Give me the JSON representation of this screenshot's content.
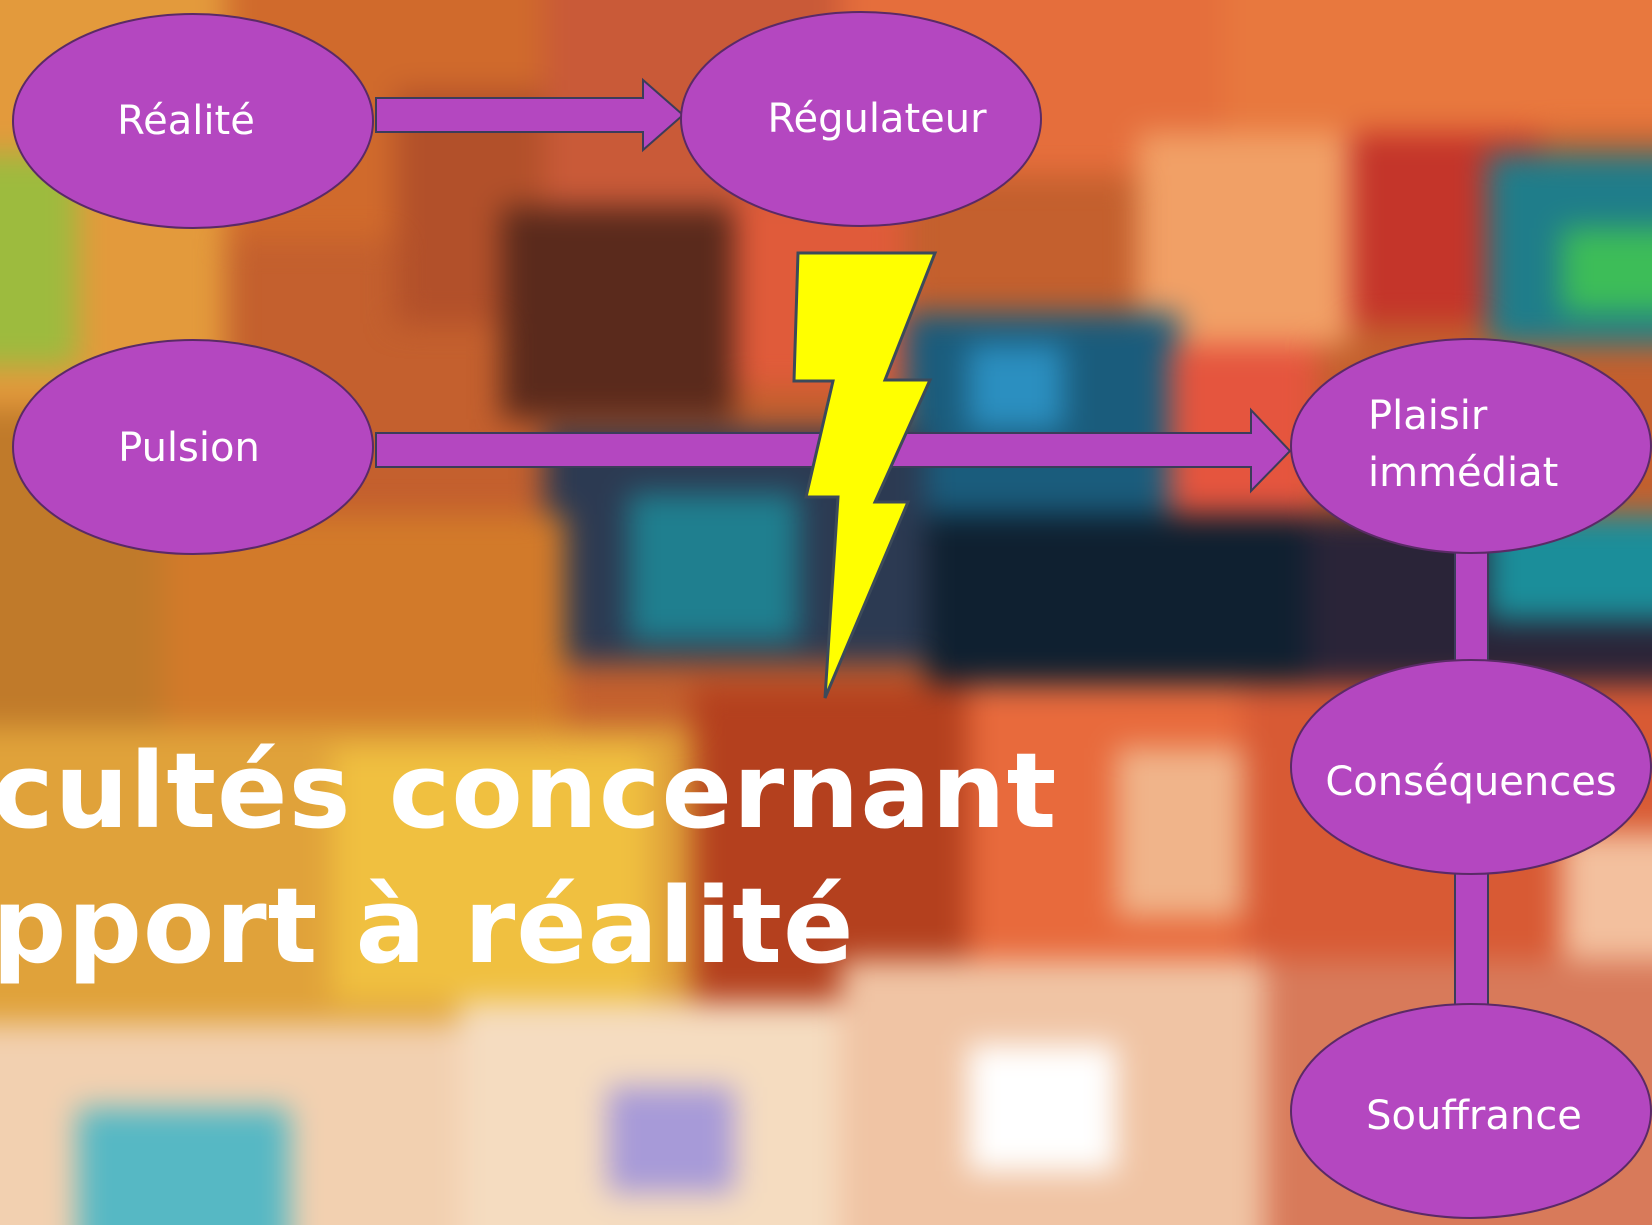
{
  "colors": {
    "node_fill": "#b447c0",
    "node_stroke": "#5a2a66",
    "arrow_fill": "#b447c0",
    "arrow_stroke": "#3c3c5a",
    "bolt_fill": "#ffff00",
    "bolt_stroke": "#3c4a5a",
    "title_color": "#ffffff"
  },
  "diagram": {
    "nodes": {
      "realite": "Réalité",
      "regulateur": "Régulateur",
      "pulsion": "Pulsion",
      "plaisir_line1": "Plaisir",
      "plaisir_line2": "immédiat",
      "consequences": "Conséquences",
      "souffrance": "Souffrance"
    },
    "edges": [
      {
        "from": "Réalité",
        "to": "Régulateur"
      },
      {
        "from": "Pulsion",
        "to": "Plaisir immédiat"
      },
      {
        "from": "Plaisir immédiat",
        "to": "Conséquences"
      },
      {
        "from": "Conséquences",
        "to": "Souffrance"
      }
    ],
    "bolt_icon": "lightning-bolt-icon"
  },
  "title": {
    "line1": "cultés concernant",
    "line2": "pport à réalité"
  }
}
